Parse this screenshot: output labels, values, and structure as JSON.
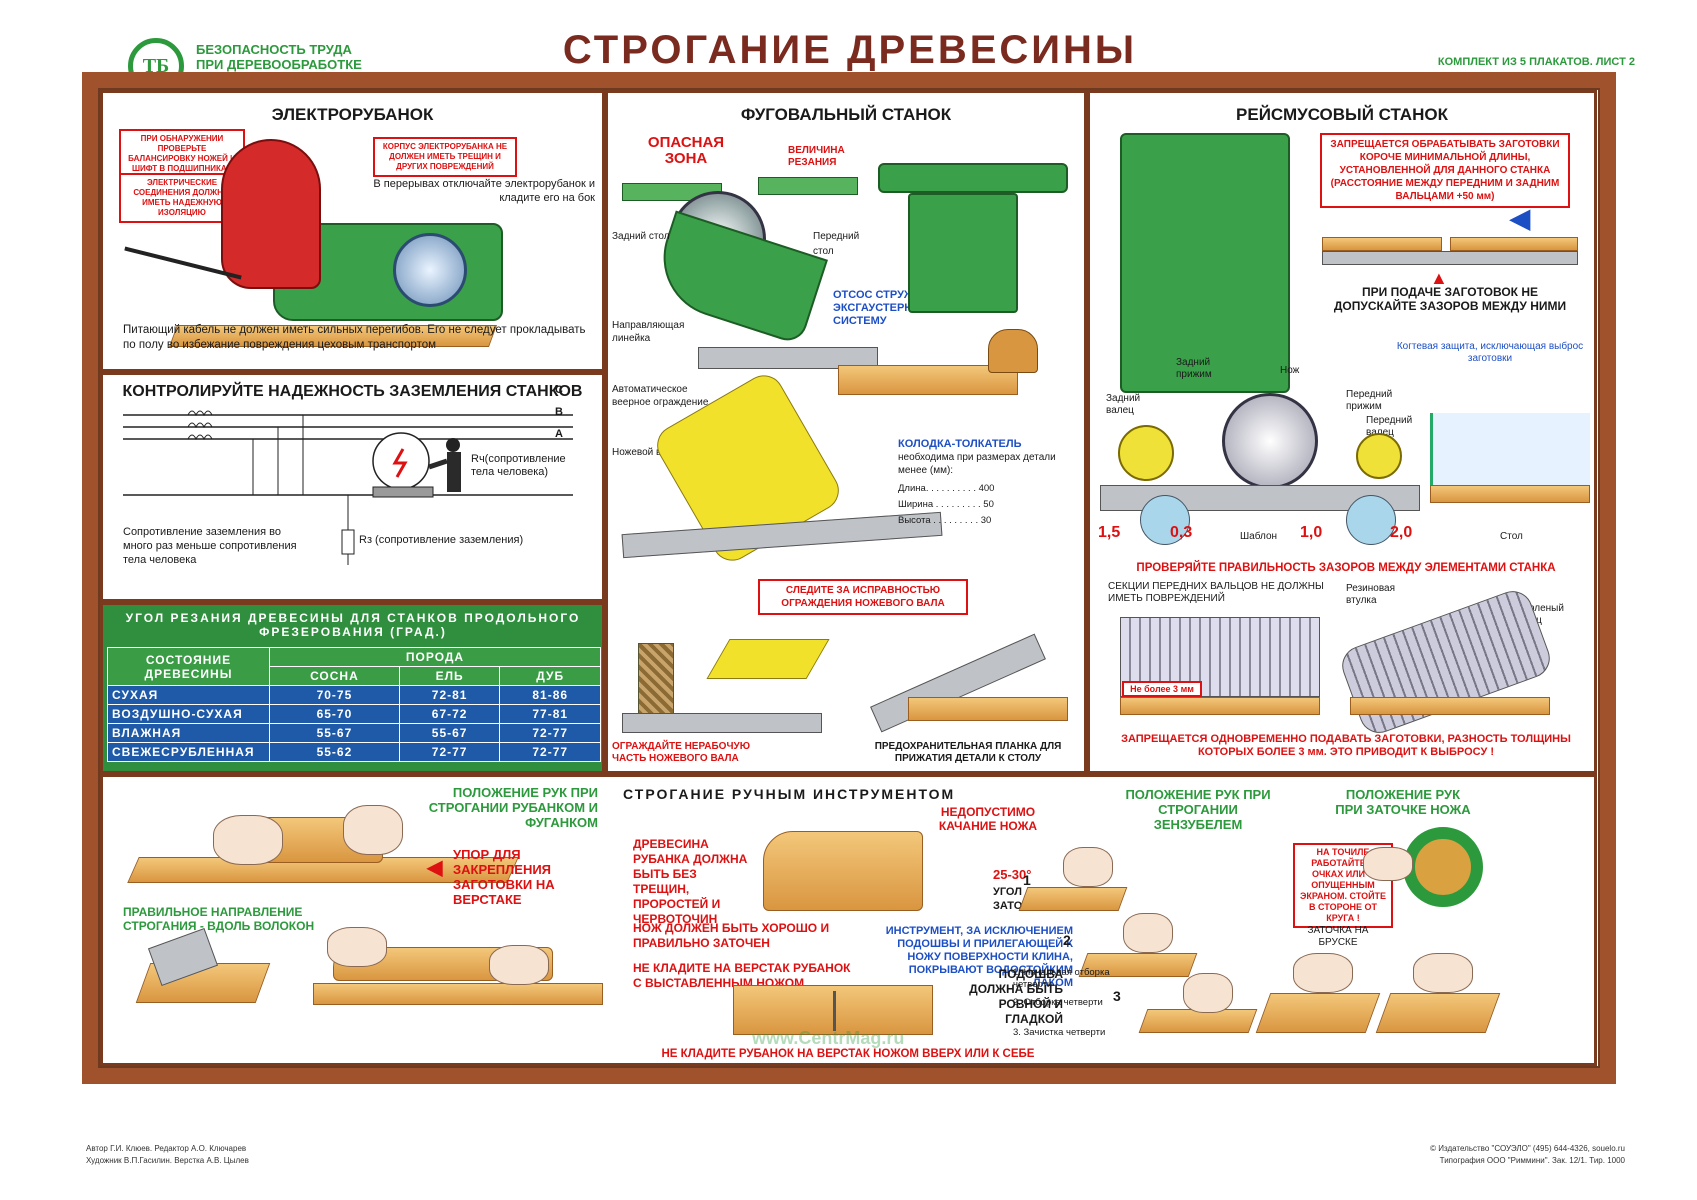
{
  "header": {
    "logo_text": "ТБ",
    "series_line1": "БЕЗОПАСНОСТЬ ТРУДА",
    "series_line2": "ПРИ ДЕРЕВООБРАБОТКЕ",
    "title": "СТРОГАНИЕ   ДРЕВЕСИНЫ",
    "sheet_info": "КОМПЛЕКТ ИЗ 5 ПЛАКАТОВ. ЛИСТ 2"
  },
  "planer": {
    "title": "ЭЛЕКТРОРУБАНОК",
    "warn1": "ПРИ ОБНАРУЖЕНИИ ПРОВЕРЬТЕ БАЛАНСИРОВКУ НОЖЕЙ И ШИФТ В ПОДШИПНИКАХ БАРАБАНА",
    "warn2": "ЭЛЕКТРИЧЕСКИЕ СОЕДИНЕНИЯ ДОЛЖНЫ ИМЕТЬ НАДЕЖНУЮ ИЗОЛЯЦИЮ",
    "warn3": "КОРПУС ЭЛЕКТРОРУБАНКА НЕ ДОЛЖЕН ИМЕТЬ ТРЕЩИН И ДРУГИХ ПОВРЕЖДЕНИЙ",
    "note_break": "В перерывах отключайте электрорубанок и кладите его на бок",
    "note_cable": "Питающий кабель не должен иметь сильных перегибов. Его не следует прокладывать по полу во избежание повреждения цеховым транспортом"
  },
  "grounding": {
    "title": "КОНТРОЛИРУЙТЕ НАДЕЖНОСТЬ ЗАЗЕМЛЕНИЯ СТАНКОВ",
    "phase_c": "С",
    "phase_b": "В",
    "phase_a": "А",
    "rh": "Rч(сопротивление тела человека)",
    "rz": "Rз (сопротивление заземления)",
    "note": "Сопротивление заземления во много раз меньше сопротивления тела человека"
  },
  "angle_table": {
    "title": "УГОЛ РЕЗАНИЯ ДРЕВЕСИНЫ ДЛЯ СТАНКОВ ПРОДОЛЬНОГО ФРЕЗЕРОВАНИЯ (ГРАД.)",
    "col_state": "СОСТОЯНИЕ ДРЕВЕСИНЫ",
    "col_breed": "ПОРОДА",
    "breeds": [
      "СОСНА",
      "ЕЛЬ",
      "ДУБ"
    ],
    "rows": [
      {
        "state": "СУХАЯ",
        "values": [
          "70-75",
          "72-81",
          "81-86"
        ]
      },
      {
        "state": "ВОЗДУШНО-СУХАЯ",
        "values": [
          "65-70",
          "67-72",
          "77-81"
        ]
      },
      {
        "state": "ВЛАЖНАЯ",
        "values": [
          "55-67",
          "55-67",
          "72-77"
        ]
      },
      {
        "state": "СВЕЖЕСРУБЛЕННАЯ",
        "values": [
          "55-62",
          "72-77",
          "72-77"
        ]
      }
    ]
  },
  "jointer": {
    "title": "ФУГОВАЛЬНЫЙ СТАНОК",
    "danger": "ОПАСНАЯ ЗОНА",
    "cut_depth": "ВЕЛИЧИНА РЕЗАНИЯ",
    "rear_table": "Задний стол",
    "front_table": "Передний стол",
    "chips": "ОТСОС СТРУЖКИ В ЭКСГАУСТЕРНУЮ СИСТЕМУ",
    "fence": "Направляющая линейка",
    "guard": "Автоматическое веерное ограждение",
    "shaft": "Ножевой вал",
    "pusher_title": "КОЛОДКА-ТОЛКАТЕЛЬ",
    "pusher_note": "необходима при размерах детали менее (мм):",
    "len": "Длина. . . . . . . . . . 400",
    "width": "Ширина . . . . . . . . . 50",
    "height": "Высота . . . . . . . . . 30",
    "watch": "СЛЕДИТЕ ЗА ИСПРАВНОСТЬЮ ОГРАЖДЕНИЯ НОЖЕВОГО ВАЛА",
    "fence_guard": "ОГРАЖДАЙТЕ НЕРАБОЧУЮ ЧАСТЬ НОЖЕВОГО ВАЛА",
    "clamp": "ПРЕДОХРАНИТЕЛЬНАЯ ПЛАНКА ДЛЯ ПРИЖАТИЯ ДЕТАЛИ К СТОЛУ"
  },
  "thicknesser": {
    "title": "РЕЙСМУСОВЫЙ СТАНОК",
    "forbid": "ЗАПРЕЩАЕТСЯ ОБРАБАТЫВАТЬ ЗАГОТОВКИ КОРОЧЕ МИНИМАЛЬНОЙ ДЛИНЫ, УСТАНОВЛЕННОЙ ДЛЯ ДАННОГО СТАНКА (РАССТОЯНИЕ МЕЖДУ ПЕРЕДНИМ И ЗАДНИМ ВАЛЬЦАМИ +50 мм)",
    "feed": "ПРИ ПОДАЧЕ ЗАГОТОВОК НЕ ДОПУСКАЙТЕ ЗАЗОРОВ МЕЖДУ НИМИ",
    "claw": "Когтевая защита, исключающая выброс заготовки",
    "rear_clamp": "Задний прижим",
    "knife": "Нож",
    "front_clamp": "Передний прижим",
    "rear_roll": "Задний валец",
    "front_roll": "Передний валец",
    "g1": "1,5",
    "g2": "0,3",
    "g3": "1,0",
    "g4": "2,0",
    "template": "Шаблон",
    "table": "Стол",
    "check": "ПРОВЕРЯЙТЕ ПРАВИЛЬНОСТЬ ЗАЗОРОВ МЕЖДУ ЭЛЕМЕНТАМИ СТАНКА",
    "sections": "СЕКЦИИ ПЕРЕДНИХ ВАЛЬЦОВ НЕ ДОЛЖНЫ ИМЕТЬ ПОВРЕЖДЕНИЙ",
    "rubber": "Резиновая втулка",
    "ribbed": "Рифленый валец",
    "max3": "Не более 3 мм",
    "forbid2": "ЗАПРЕЩАЕТСЯ ОДНОВРЕМЕННО ПОДАВАТЬ ЗАГОТОВКИ, РАЗНОСТЬ ТОЛЩИНЫ КОТОРЫХ БОЛЕЕ 3 мм. ЭТО ПРИВОДИТ К ВЫБРОСУ !"
  },
  "hand": {
    "hands_title": "ПОЛОЖЕНИЕ РУК ПРИ СТРОГАНИИ РУБАНКОМ И ФУГАНКОМ",
    "stop": "УПОР ДЛЯ ЗАКРЕПЛЕНИЯ ЗАГОТОВКИ НА ВЕРСТАКЕ",
    "direction": "ПРАВИЛЬНОЕ НАПРАВЛЕНИЕ СТРОГАНИЯ - ВДОЛЬ ВОЛОКОН",
    "title": "СТРОГАНИЕ РУЧНЫМ ИНСТРУМЕНТОМ",
    "wood_req": "ДРЕВЕСИНА РУБАНКА ДОЛЖНА БЫТЬ БЕЗ ТРЕЩИН, ПРОРОСТЕЙ И ЧЕРВОТОЧИН",
    "knife_sharp": "НОЖ ДОЛЖЕН БЫТЬ ХОРОШО И ПРАВИЛЬНО ЗАТОЧЕН",
    "no_rock": "НЕДОПУСТИМО КАЧАНИЕ НОЖА",
    "angle": "25-30°",
    "angle_label": "УГОЛ ЗАТОЧКИ",
    "tool_note": "ИНСТРУМЕНТ, ЗА ИСКЛЮЧЕНИЕМ ПОДОШВЫ И ПРИЛЕГАЮЩЕЙ К НОЖУ ПОВЕРХНОСТИ КЛИНА, ПОКРЫВАЮТ ВОДОСТОЙКИМ ЛАКОМ",
    "no_put": "НЕ КЛАДИТЕ НА ВЕРСТАК РУБАНОК С ВЫСТАВЛЕННЫМ НОЖОМ",
    "sole": "ПОДОШВА ДОЛЖНА БЫТЬ РОВНОЙ И ГЛАДКОЙ",
    "no_up": "НЕ КЛАДИТЕ РУБАНОК НА ВЕРСТАК НОЖОМ ВВЕРХ ИЛИ К СЕБЕ",
    "zen_title": "ПОЛОЖЕНИЕ РУК ПРИ СТРОГАНИИ ЗЕНЗУБЕЛЕМ",
    "step1": "1. Начальная отборка четверти",
    "step2": "2. Отборка четверти",
    "step3": "3. Зачистка четверти",
    "n1": "1",
    "n2": "2",
    "n3": "3",
    "sharp_title": "ПОЛОЖЕНИЕ РУК ПРИ ЗАТОЧКЕ НОЖА",
    "grind": "НА ТОЧИЛЕ РАБОТАЙТЕ В ОЧКАХ ИЛИ С ОПУЩЕННЫМ ЭКРАНОМ. СТОЙТЕ В СТОРОНЕ ОТ КРУГА !",
    "bar": "ЗАТОЧКА НА БРУСКЕ"
  },
  "footer": {
    "authors1": "Автор Г.И. Клюев. Редактор А.О. Ключарев",
    "authors2": "Художник В.П.Гасилин. Верстка А.В. Цылев",
    "pub1": "© Издательство \"СОУЭЛО\" (495) 644-4326, souelo.ru",
    "pub2": "Типография ООО \"Риммини\". Зак. 12/1. Тир. 1000"
  },
  "watermark": "www.CentrMag.ru"
}
